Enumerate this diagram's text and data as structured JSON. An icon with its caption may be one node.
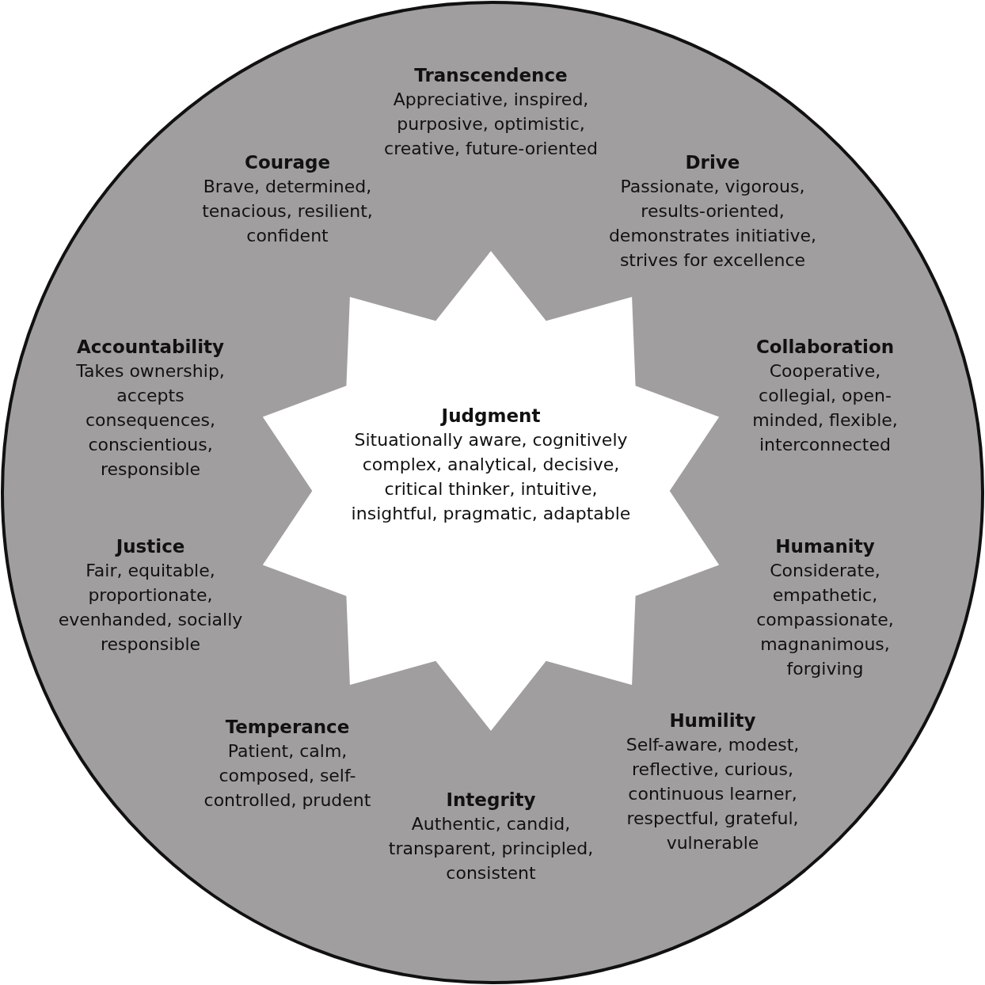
{
  "diagram": {
    "nodes": [
      {
        "text": [],
        "shape": "circle"
      },
      {
        "text": [
          "Transcendence",
          "Appreciative, inspired, purposive, optimistic, creative, future-oriented"
        ],
        "in": 0
      },
      {
        "text": [
          "Courage",
          "Brave, determined, tenacious, resilient, confident"
        ],
        "in": 0
      },
      {
        "text": [
          "Drive",
          "Passionate, vigorous, results-oriented, demonstrates initiative, strives for excellence"
        ],
        "in": 0
      },
      {
        "text": [
          "Accountability",
          "Takes ownership, accepts consequences, conscientious, responsible"
        ],
        "in": 0
      },
      {
        "text": [
          "Collaboration",
          "Cooperative, collegial, open-minded, flexible, interconnected"
        ],
        "in": 0
      },
      {
        "text": [
          "Judgment",
          "Situationally aware, cognitively complex, analytical, decisive, critical thinker, intuitive, insightful, pragmatic, adaptable"
        ],
        "in": 0
      },
      {
        "text": [
          "Justice",
          "Fair, equitable, proportionate, evenhanded, socially responsible"
        ],
        "in": 0
      },
      {
        "text": [
          "Humanity",
          "Considerate, empathetic, compassionate, magnanimous, forgiving"
        ],
        "in": 0
      },
      {
        "text": [
          "Humility",
          "Self-aware, modest, reflective, curious, continuous learner, respectful, grateful, vulnerable"
        ],
        "in": 0
      },
      {
        "text": [
          "Temperance",
          "Patient, calm, composed, self-controlled, prudent"
        ],
        "in": 0
      },
      {
        "text": [
          "Integrity",
          "Authentic, candid, transparent, principled, consistent"
        ],
        "in": 0
      }
    ],
    "edges": []
  }
}
